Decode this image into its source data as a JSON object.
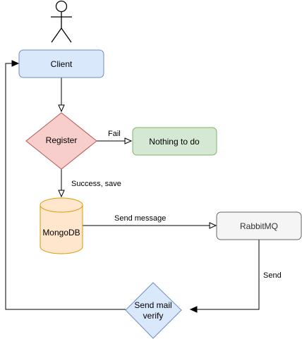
{
  "nodes": {
    "actor": {
      "label": ""
    },
    "client": {
      "label": "Client",
      "fill": "#dae8fc",
      "stroke": "#6c8ebf"
    },
    "register": {
      "label": "Register",
      "fill": "#f8cecc",
      "stroke": "#b85450"
    },
    "nothing": {
      "label": "Nothing to do",
      "fill": "#d5e8d4",
      "stroke": "#82b366"
    },
    "mongodb": {
      "label": "MongoDB",
      "fill": "#ffe6cc",
      "stroke": "#d79b00"
    },
    "rabbitmq": {
      "label": "RabbitMQ",
      "fill": "#f5f5f5",
      "stroke": "#666666"
    },
    "sendmail": {
      "label_line1": "Send mail",
      "label_line2": "verify",
      "fill": "#dae8fc",
      "stroke": "#6c8ebf"
    }
  },
  "edges": {
    "fail": {
      "label": "Fail"
    },
    "success": {
      "label": "Success, save"
    },
    "send_message": {
      "label": "Send message"
    },
    "send": {
      "label": "Send"
    }
  }
}
